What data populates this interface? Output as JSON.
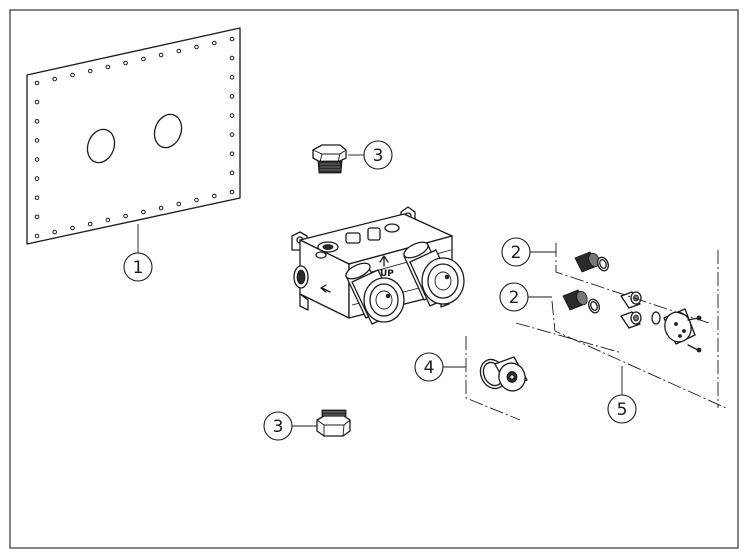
{
  "callouts": [
    {
      "id": "c1",
      "label": "1"
    },
    {
      "id": "c3a",
      "label": "3"
    },
    {
      "id": "c2a",
      "label": "2"
    },
    {
      "id": "c2b",
      "label": "2"
    },
    {
      "id": "c4",
      "label": "4"
    },
    {
      "id": "c3b",
      "label": "3"
    },
    {
      "id": "c5",
      "label": "5"
    }
  ],
  "body_marking": "UP"
}
